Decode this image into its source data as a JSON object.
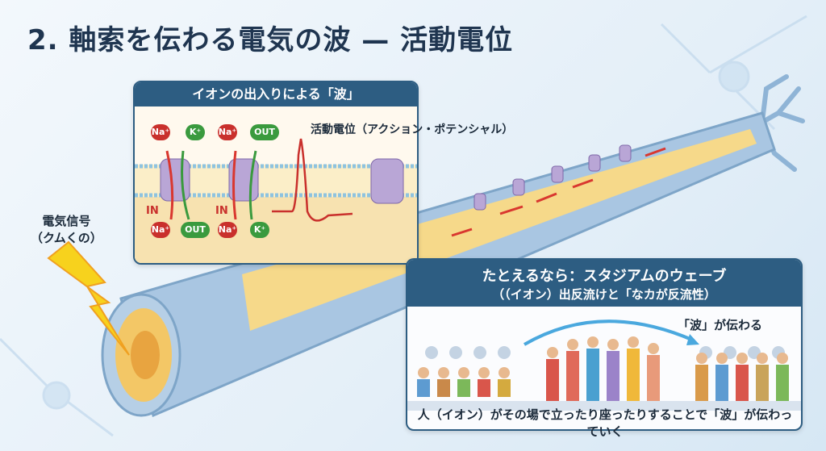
{
  "title": "2. 軸索を伝わる電気の波 — 活動電位",
  "ion_panel": {
    "header": "イオンの出入りによる「波」",
    "top_ions": [
      "Na⁺",
      "K⁺",
      "Na⁺",
      "OUT"
    ],
    "bottom_ions": [
      "Na⁺",
      "OUT",
      "Na⁺",
      "K⁺"
    ],
    "in_label": "IN",
    "action_potential_label": "活動電位（アクション・ポテンシャル）"
  },
  "signal_label": {
    "line1": "電気信号",
    "line2": "（クムくの）"
  },
  "stadium_panel": {
    "header": "たとえるなら：スタジアムのウェーブ",
    "subheader": "（（イオン）出反流けと「なカが反流性）",
    "wave_label": "「波」が伝わる",
    "caption": "人（イオン）がその場で立ったり座ったりすることで「波」が伝わっていく"
  },
  "colors": {
    "header": "#2d5d82",
    "sodium": "#c9302c",
    "potassium": "#3a9a3e",
    "axon": "#f6d98a"
  }
}
